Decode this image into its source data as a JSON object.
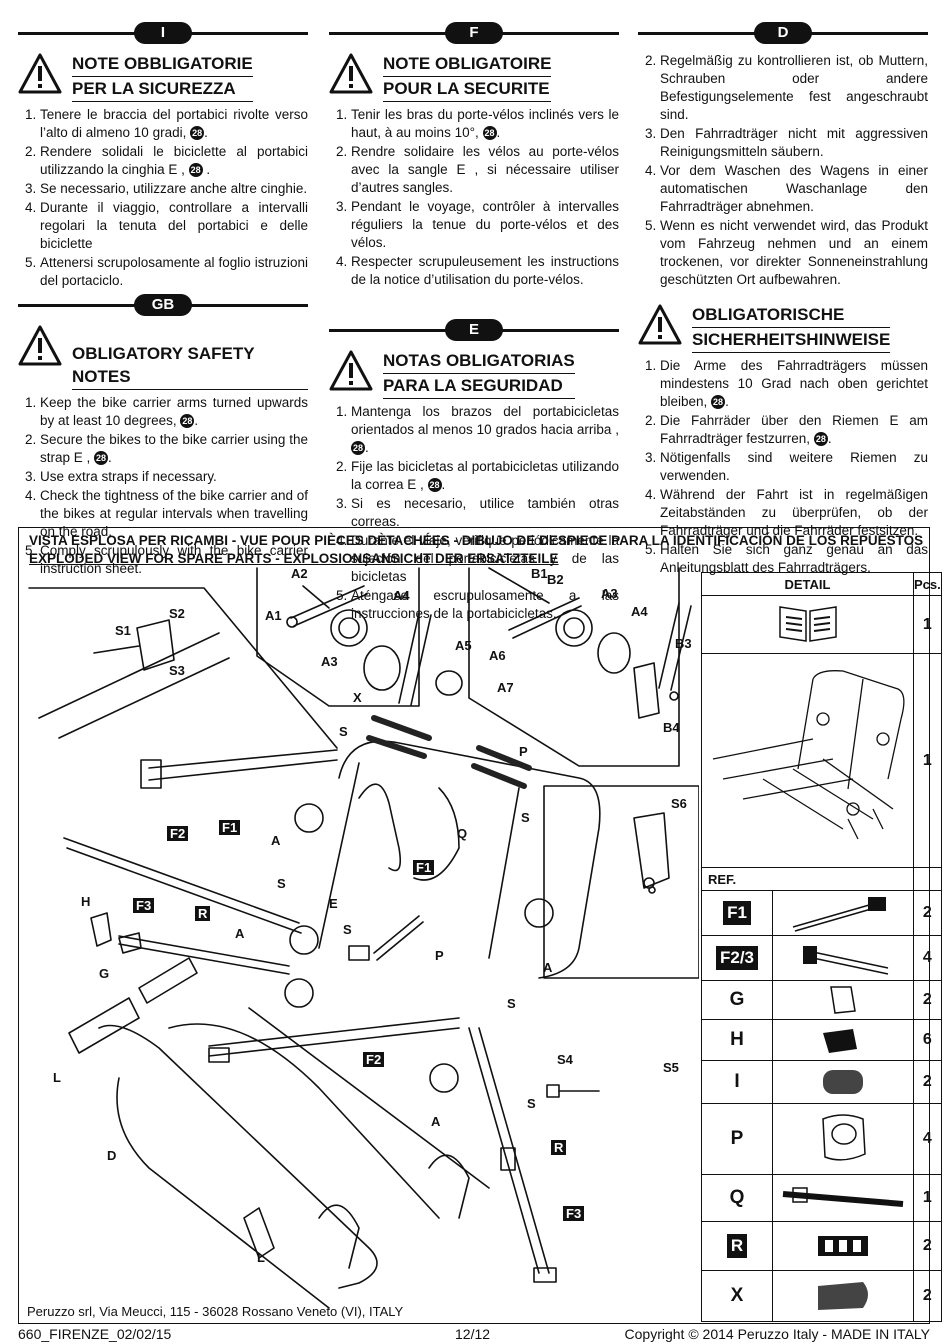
{
  "sections": {
    "it": {
      "tag": "I",
      "title_line1": "NOTE OBBLIGATORIE",
      "title_line2": "PER LA SICUREZZA",
      "items": [
        "Tenere le braccia del portabici rivolte verso l’alto di almeno 10 gradi,",
        "Rendere solidali le biciclette al portabici utilizzando la cinghia E ,",
        "Se necessario, utilizzare anche altre cinghie.",
        "Durante il viaggio, controllare a intervalli regolari la tenuta del portabici e delle biciclette",
        "Attenersi scrupolosamente al foglio istruzioni del portaciclo."
      ]
    },
    "gb": {
      "tag": "GB",
      "title_line1": "OBLIGATORY SAFETY NOTES",
      "items": [
        "Keep the bike carrier arms turned upwards by at least 10 degrees,",
        "Secure the bikes to the bike carrier using the strap E ,",
        "Use extra straps if necessary.",
        "Check the tightness of the bike carrier and of the bikes at regular intervals when travelling on the road.",
        "Comply scrupulously with the bike carrier instruction sheet."
      ]
    },
    "fr": {
      "tag": "F",
      "title_line1": "NOTE OBLIGATOIRE",
      "title_line2": "POUR LA SECURITE",
      "items": [
        "Tenir les bras du porte-vélos inclinés vers le haut, à au moins 10°,",
        "Rendre solidaire les vélos au porte-vélos avec la sangle E , si nécessaire utiliser d’autres sangles.",
        "Pendant le voyage, contrôler à intervalles réguliers la tenue du porte-vélos et des vélos.",
        "Respecter scrupuleusement les instructions de la notice d’utilisation du porte-vélos."
      ]
    },
    "es": {
      "tag": "E",
      "title_line1": "NOTAS OBLIGATORIAS",
      "title_line2": "PARA LA SEGURIDAD",
      "items": [
        "Mantenga los brazos del portabicicletas orientados al menos 10 grados hacia arriba ,",
        "Fije las bicicletas al portabicicletas utilizando la correa E ,",
        "Si es necesario, utilice también otras correas.",
        "Durante el viaje, verifique periódicamente la sujeción del portabicicletas y de las bicicletas",
        "Aténgase escrupulosamente a las instrucciones de la portabicicletas."
      ]
    },
    "de": {
      "tag": "D",
      "items_top": [
        "Regelmäßig zu kontrollieren ist, ob Muttern, Schrauben oder andere Befestigungselemente fest angeschraubt sind.",
        "Den Fahrradträger nicht mit aggressiven Reinigungsmitteln säubern.",
        "Vor dem Waschen des Wagens in einer automatischen Waschanlage den Fahrradträger abnehmen.",
        "Wenn es nicht verwendet wird, das Produkt vom Fahrzeug nehmen und an einem trockenen, vor direkter Sonneneinstrahlung geschützten Ort aufbewahren."
      ],
      "title_line1": "OBLIGATORISCHE",
      "title_line2": "SICHERHEITSHINWEISE",
      "items": [
        "Die Arme des Fahrradträgers müssen mindestens 10 Grad nach oben gerichtet bleiben,",
        "Die Fahrräder über den Riemen E am Fahrradträger festzurren,",
        "Nötigenfalls sind weitere Riemen zu verwenden.",
        "Während der Fahrt ist in regelmäßigen Zeitabständen zu überprüfen, ob der Fahrradträger und die Fahrräder festsitzen.",
        "Halten Sie sich ganz genau an das Anleitungsblatt des Fahrradträgers."
      ]
    }
  },
  "ref_badge": "28",
  "exploded": {
    "title1": "VISTA ESPLOSA PER RICAMBI - VUE POUR PIÈCES DÈTACHÉES  - DIBUJO DE DESPIECE PARA LA IDENTIFICACIÓN DE LOS REPUESTOS",
    "title2": "EXPLODED VIEW FOR SPARE PARTS - EXPLOSIONSANSICHT DER ERSATZTEILE",
    "company": "Peruzzo srl, Via Meucci, 115 - 36028 Rossano Veneto (VI), ITALY",
    "labels": [
      "A2",
      "A1",
      "A4",
      "A3",
      "A5",
      "A6",
      "A7",
      "B1",
      "B2",
      "A3",
      "A4",
      "B3",
      "B4",
      "S1",
      "S2",
      "S3",
      "X",
      "S",
      "P",
      "Q",
      "S",
      "F1",
      "F2",
      "F1",
      "A",
      "E",
      "S",
      "H",
      "F3",
      "R",
      "A",
      "S",
      "G",
      "P",
      "A",
      "S",
      "L",
      "F2",
      "S6",
      "S4",
      "S5",
      "S",
      "A",
      "D",
      "R",
      "F3",
      "L"
    ],
    "table": {
      "header_detail": "DETAIL",
      "header_pcs": "Pcs.",
      "top_rows": [
        {
          "pcs": "1"
        },
        {
          "pcs": "1"
        }
      ],
      "ref_header": "REF.",
      "rows": [
        {
          "ref": "F1",
          "pcs": "2",
          "boxed": true
        },
        {
          "ref": "F2/3",
          "pcs": "4",
          "boxed": true
        },
        {
          "ref": "G",
          "pcs": "2",
          "boxed": false
        },
        {
          "ref": "H",
          "pcs": "6",
          "boxed": false
        },
        {
          "ref": "I",
          "pcs": "2",
          "boxed": false
        },
        {
          "ref": "P",
          "pcs": "4",
          "boxed": false
        },
        {
          "ref": "Q",
          "pcs": "1",
          "boxed": false
        },
        {
          "ref": "R",
          "pcs": "2",
          "boxed": true
        },
        {
          "ref": "X",
          "pcs": "2",
          "boxed": false
        }
      ]
    }
  },
  "footer": {
    "doc_code": "660_FIRENZE_02/02/15",
    "page": "12/12",
    "copyright": "Copyright © 2014 Peruzzo Italy - MADE IN ITALY"
  }
}
